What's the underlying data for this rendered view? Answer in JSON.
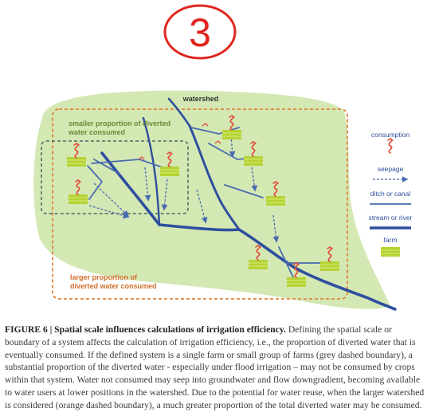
{
  "annotation": {
    "handwritten_number": "3",
    "color": "#e0261f"
  },
  "diagram": {
    "watershed_label": "watershed",
    "smaller_label_line1": "smaller proportion of diverted",
    "smaller_label_line2": "water consumed",
    "larger_label_line1": "larger proportion of",
    "larger_label_line2": "diverted water consumed",
    "legend": {
      "consumption": "consumption",
      "seepage": "seepage",
      "ditch": "ditch or canal",
      "stream": "stream or river",
      "farm": "farm"
    },
    "colors": {
      "watershed_fill": "#d4e8b4",
      "river": "#2e4f9e",
      "ditch": "#4a6bb0",
      "seepage": "#4a6bb0",
      "farm": "#b5d334",
      "consumption": "#e04b3a",
      "grey_boundary": "#5f7a6d",
      "orange_boundary": "#e0843c",
      "label_green": "#6a8a3a",
      "label_orange": "#d0702c",
      "legend_text": "#2e4f9e"
    }
  },
  "caption": {
    "figure_label": "FIGURE 6",
    "separator": "|",
    "title": "Spatial scale influences calculations of irrigation efficiency.",
    "body": "Defining the spatial scale or boundary of a system affects the calculation of irrigation efficiency, i.e., the proportion of diverted water that is eventually consumed. If the defined system is a single farm or small group of farms (grey dashed boundary), a substantial proportion of the diverted water - especially under flood irrigation – may not be consumed by crops within that system. Water not consumed may seep into groundwater and flow downgradient, becoming available to water users at lower positions in the watershed. Due to the potential for water reuse, when the larger watershed is considered (orange dashed boundary), a much greater proportion of the total diverted water may be consumed."
  }
}
